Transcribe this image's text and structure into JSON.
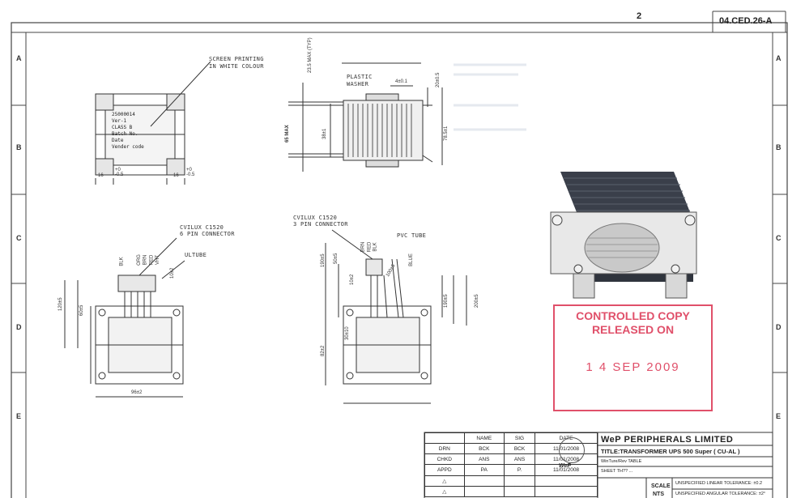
{
  "sheet": {
    "number": "2",
    "doc_id": "04.CED.26-A"
  },
  "zones": {
    "left": [
      "A",
      "B",
      "C",
      "D",
      "E"
    ],
    "right": [
      "A",
      "B",
      "C",
      "D",
      "E"
    ]
  },
  "notes": {
    "screen_printing": [
      "SCREEN PRINTING",
      "IN WHITE COLOUR"
    ],
    "plastic_washer": [
      "PLASTIC",
      "WASHER"
    ],
    "cvilux6": [
      "CVILUX C1520",
      "6 PIN CONNECTOR"
    ],
    "cvilux3": [
      "CVILUX C1520",
      "3 PIN CONNECTOR"
    ],
    "ultube": "ULTUBE",
    "pvc_tube": "PVC TUBE"
  },
  "label_text": [
    "25000014",
    "Ver-1",
    "CLASS B",
    "Batch No.",
    "Date",
    "Vender code"
  ],
  "wire_labels_6pin": [
    "BLK",
    "ORG",
    "BRN",
    "RED",
    "VHT"
  ],
  "wire_labels_3pin": [
    "BRN",
    "RED",
    "BLK"
  ],
  "wire_labels_misc": [
    "BLUE"
  ],
  "dims": {
    "d16a": "16",
    "d16b": "16",
    "tol_a": "+0",
    "tol_a2": "-0.5",
    "tol_b": "+0",
    "tol_b2": "-0.5",
    "max235": "23.5 MAX (TYP)",
    "max65": "65 MAX",
    "d38": "38±1",
    "d78": "78.5±1",
    "d4": "4±0.1",
    "d20": "20±0.5",
    "d120": "120±5",
    "d60": "60±5",
    "d96": "96±2",
    "d190": "190±5",
    "d50": "50±5",
    "d10a": "10±2",
    "d10b": "10±2",
    "d30": "30±10",
    "d82": "82±2",
    "d100": "100±5",
    "d190b": "190±5",
    "d200": "200±5"
  },
  "stamp": {
    "line1": "CONTROLLED COPY",
    "line2": "RELEASED ON",
    "date": "1 4  SEP  2009"
  },
  "title_block": {
    "headers": [
      "NAME",
      "SIG",
      "DATE"
    ],
    "rows": [
      [
        "DRN",
        "BCK",
        "BCK",
        "11/01/2008"
      ],
      [
        "CHKD",
        "ANS",
        "ANS",
        "11/01/2008"
      ],
      [
        "APPD",
        "PA",
        "P.",
        "11/01/2008"
      ]
    ],
    "company": "WeP PERIPHERALS LIMITED",
    "title": "TITLE:TRANSFORMER UPS 500 Super ( CU-AL )",
    "line2": "WinTure/Rev TABLE",
    "line3": "SHEET TH?? ...",
    "logo": "WeP",
    "scale": "SCALE",
    "nts": "NTS",
    "lin_tol": "UNSPECIFIED LINEAR TOLERANCE: ±0.2",
    "ang_tol": "UNSPECIFIED ANGULAR TOLERANCE: ±2°"
  }
}
